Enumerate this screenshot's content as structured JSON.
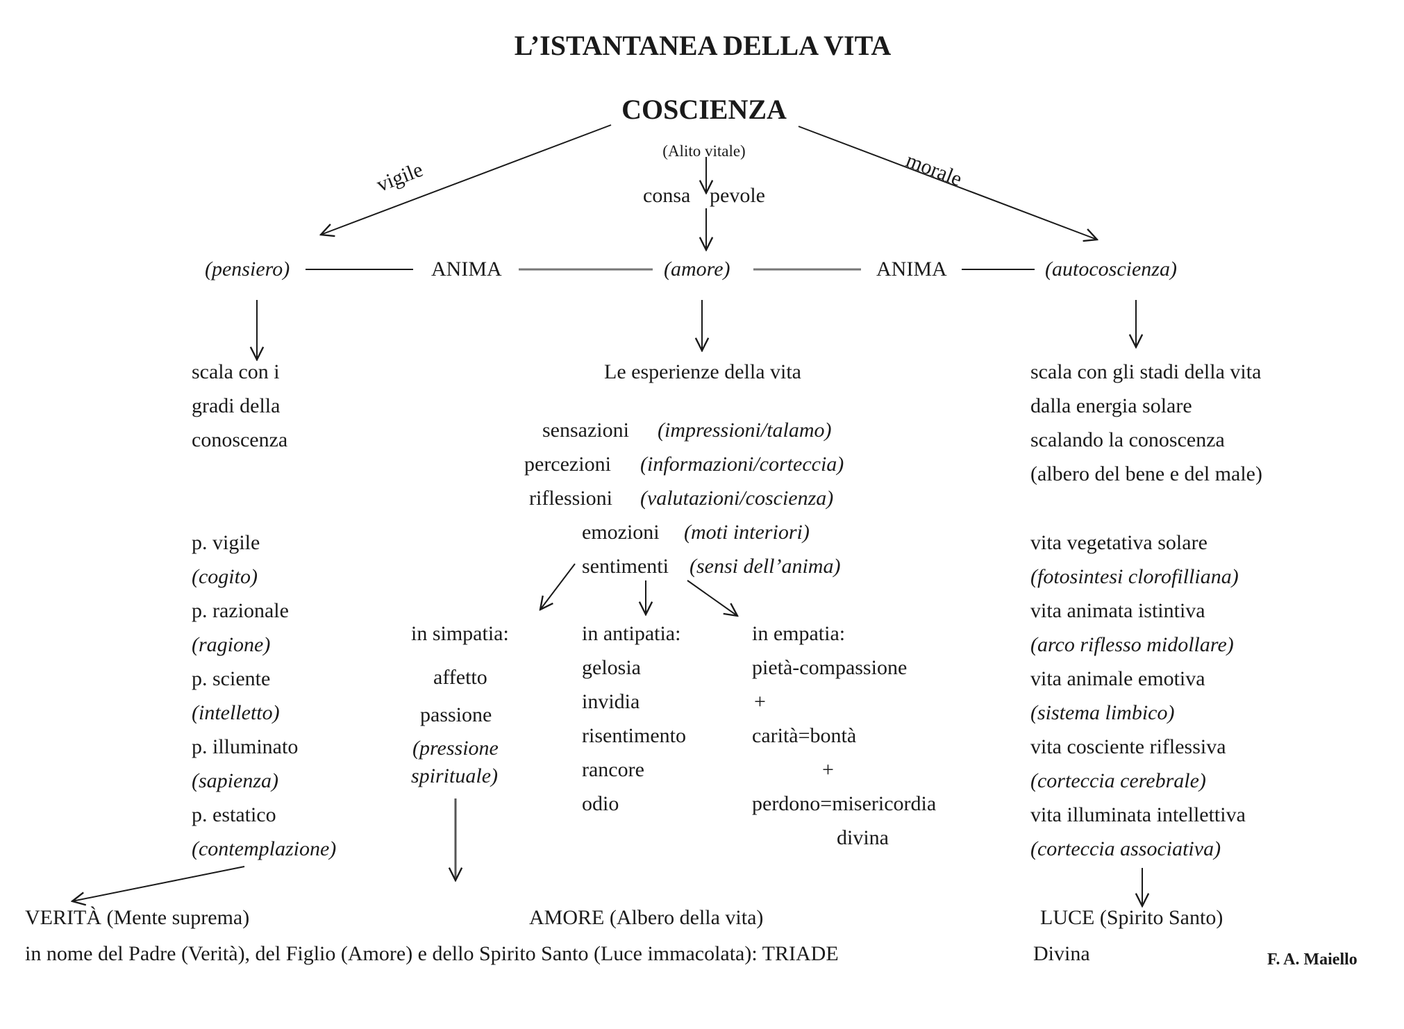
{
  "title": "L’ISTANTANEA DELLA VITA",
  "top": {
    "coscienza": "COSCIENZA",
    "alito": "(Alito vitale)",
    "consa": "consa",
    "pevole": "pevole",
    "vigile": "vigile",
    "morale": "morale"
  },
  "anima_row": {
    "pensiero": "(pensiero)",
    "anima_left": "ANIMA",
    "amore": "(amore)",
    "anima_right": "ANIMA",
    "autocoscienza": "(autocoscienza)"
  },
  "left": {
    "scala": [
      "scala con i",
      "gradi della",
      "conoscenza"
    ],
    "items": [
      {
        "label": "p. vigile",
        "note": "(cogito)"
      },
      {
        "label": "p. razionale",
        "note": "(ragione)"
      },
      {
        "label": "p. sciente",
        "note": "(intelletto)"
      },
      {
        "label": "p. illuminato",
        "note": "(sapienza)"
      },
      {
        "label": "p. estatico",
        "note": "(contemplazione)"
      }
    ]
  },
  "center": {
    "esperienze": "Le esperienze della vita",
    "rows": [
      {
        "label": "sensazioni",
        "note": "(impressioni/talamo)"
      },
      {
        "label": "percezioni",
        "note": "(informazioni/corteccia)"
      },
      {
        "label": "riflessioni",
        "note": "(valutazioni/coscienza)"
      },
      {
        "label": "emozioni",
        "note": "(moti interiori)"
      },
      {
        "label": "sentimenti",
        "note": "(sensi dell’anima)"
      }
    ],
    "simpatia": {
      "head": "in simpatia:",
      "items": [
        "affetto",
        "passione"
      ],
      "note": [
        "(pressione",
        "spirituale)"
      ]
    },
    "antipatia": {
      "head": "in antipatia:",
      "items": [
        "gelosia",
        "invidia",
        "risentimento",
        "rancore",
        "odio"
      ]
    },
    "empatia": {
      "head": "in empatia:",
      "items": [
        "pietà-compassione",
        "+",
        "carità=bontà",
        "+",
        "perdono=misericordia",
        "divina"
      ]
    }
  },
  "right": {
    "scala": [
      "scala con gli stadi della vita",
      "dalla energia solare",
      "scalando la conoscenza",
      "(albero del bene e del male)"
    ],
    "items": [
      {
        "label": "vita vegetativa solare",
        "note": "(fotosintesi clorofilliana)"
      },
      {
        "label": "vita animata istintiva",
        "note": "(arco riflesso midollare)"
      },
      {
        "label": "vita animale emotiva",
        "note": "(sistema limbico)"
      },
      {
        "label": "vita cosciente riflessiva",
        "note": "(corteccia cerebrale)"
      },
      {
        "label": "vita illuminata intellettiva",
        "note": "(corteccia associativa)"
      }
    ]
  },
  "bottom": {
    "verita": "VERITÀ (Mente suprema)",
    "amore": "AMORE (Albero della vita)",
    "luce": "LUCE (Spirito Santo)",
    "triade": "in nome del Padre (Verità), del Figlio (Amore) e dello Spirito Santo (Luce immacolata): TRIADE",
    "divina": "Divina",
    "author": "F. A. Maiello"
  }
}
